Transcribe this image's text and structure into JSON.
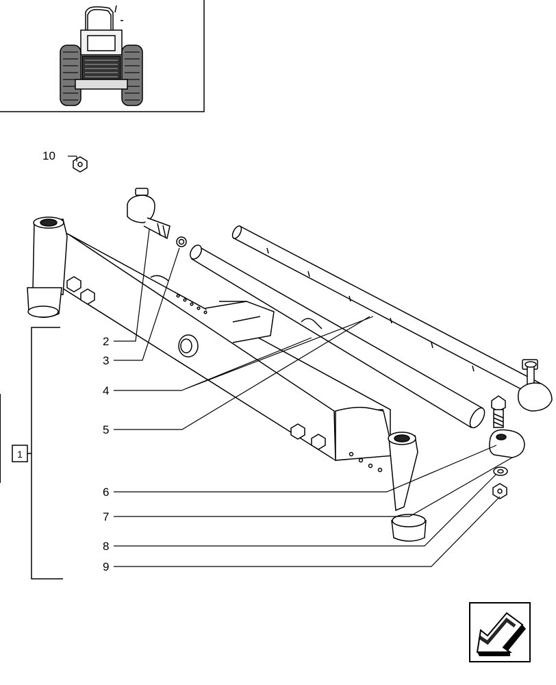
{
  "diagram": {
    "callouts": [
      {
        "id": "2",
        "label": "2"
      },
      {
        "id": "3",
        "label": "3"
      },
      {
        "id": "4",
        "label": "4"
      },
      {
        "id": "5",
        "label": "5"
      },
      {
        "id": "6",
        "label": "6"
      },
      {
        "id": "7",
        "label": "7"
      },
      {
        "id": "8",
        "label": "8"
      },
      {
        "id": "9",
        "label": "9"
      },
      {
        "id": "10",
        "label": "10"
      }
    ],
    "group_bracket": {
      "label": "1"
    },
    "thumbnail": {
      "icon": "tractor-front-view-icon"
    },
    "nav_button": {
      "icon": "previous-page-arrow-icon"
    }
  }
}
